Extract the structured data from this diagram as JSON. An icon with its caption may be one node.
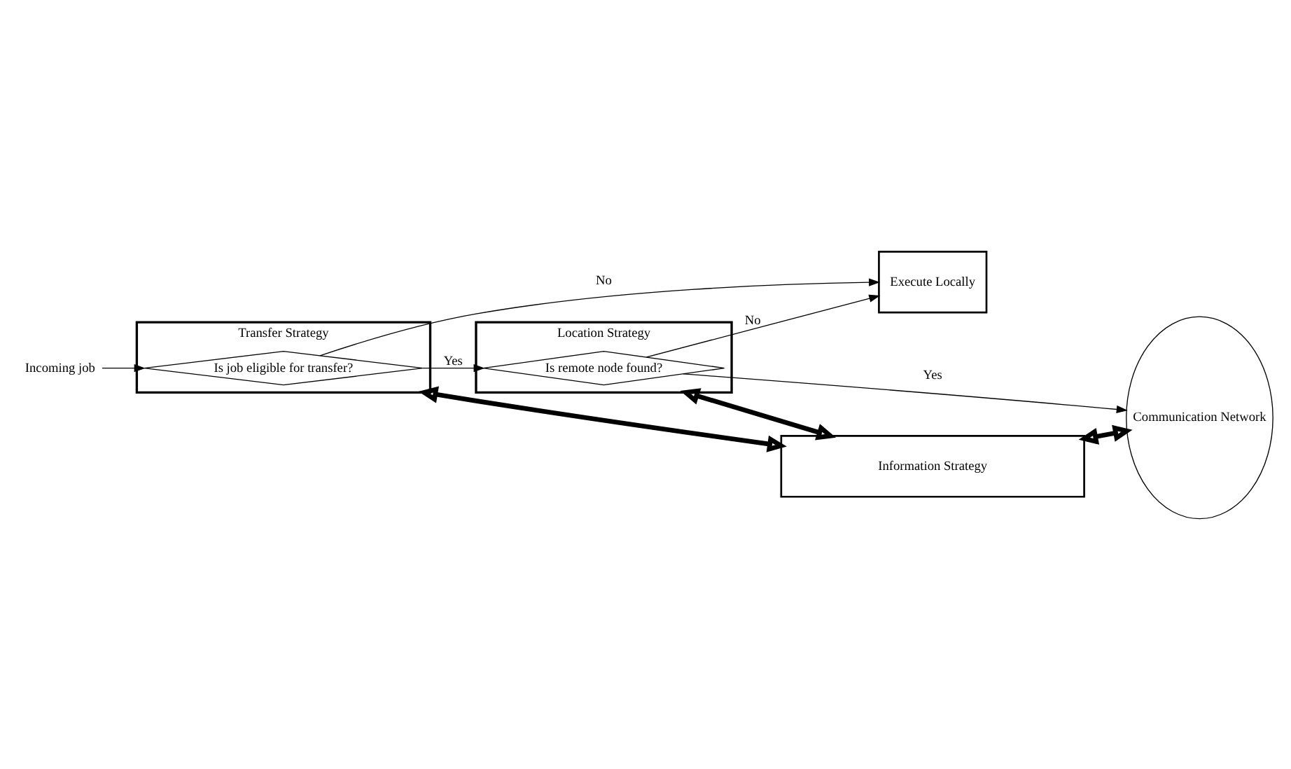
{
  "diagram": {
    "nodes": [
      {
        "text": [
          "Incoming job"
        ]
      },
      {
        "text": [
          "Transfer Strategy"
        ]
      },
      {
        "text": [
          "Is job eligible for transfer?"
        ],
        "in": 1
      },
      {
        "text": [
          "Location Strategy"
        ]
      },
      {
        "text": [
          "Is remote node found?"
        ],
        "in": 3
      },
      {
        "text": [
          "Communication Network"
        ]
      },
      {
        "text": [
          "Execute Locally"
        ]
      },
      {
        "text": [
          "Information Strategy"
        ]
      }
    ],
    "edges": [
      {
        "from": 0,
        "to": 2,
        "arrow": "to"
      },
      {
        "from": 2,
        "to": 4,
        "arrow": "to",
        "label": "Yes"
      },
      {
        "from": 2,
        "to": 6,
        "arrow": "to",
        "label": "No"
      },
      {
        "from": 4,
        "to": 5,
        "arrow": "to",
        "label": "Yes"
      },
      {
        "from": 4,
        "to": 6,
        "arrow": "to",
        "label": "No"
      },
      {
        "from": 1,
        "to": 7,
        "arrow": "both",
        "style": "thick"
      },
      {
        "from": 3,
        "to": 7,
        "arrow": "both",
        "style": "thick"
      },
      {
        "from": 7,
        "to": 5,
        "arrow": "both",
        "style": "thick"
      }
    ]
  }
}
